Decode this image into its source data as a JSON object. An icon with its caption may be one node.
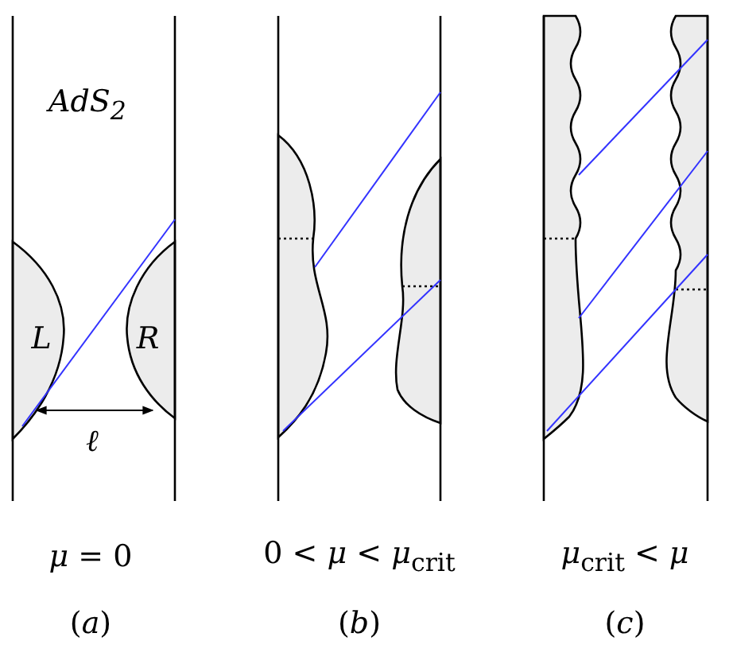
{
  "diagram": {
    "labels": [
      "*AdS*$_{2}$",
      "L",
      "R",
      "ℓ",
      "*μ* = 0",
      "0 < *μ* < *μ*$_{crit}$",
      "*μ*$_{crit}$ < *μ*",
      "(*a*)",
      "(*b*)",
      "(*c*)"
    ]
  }
}
